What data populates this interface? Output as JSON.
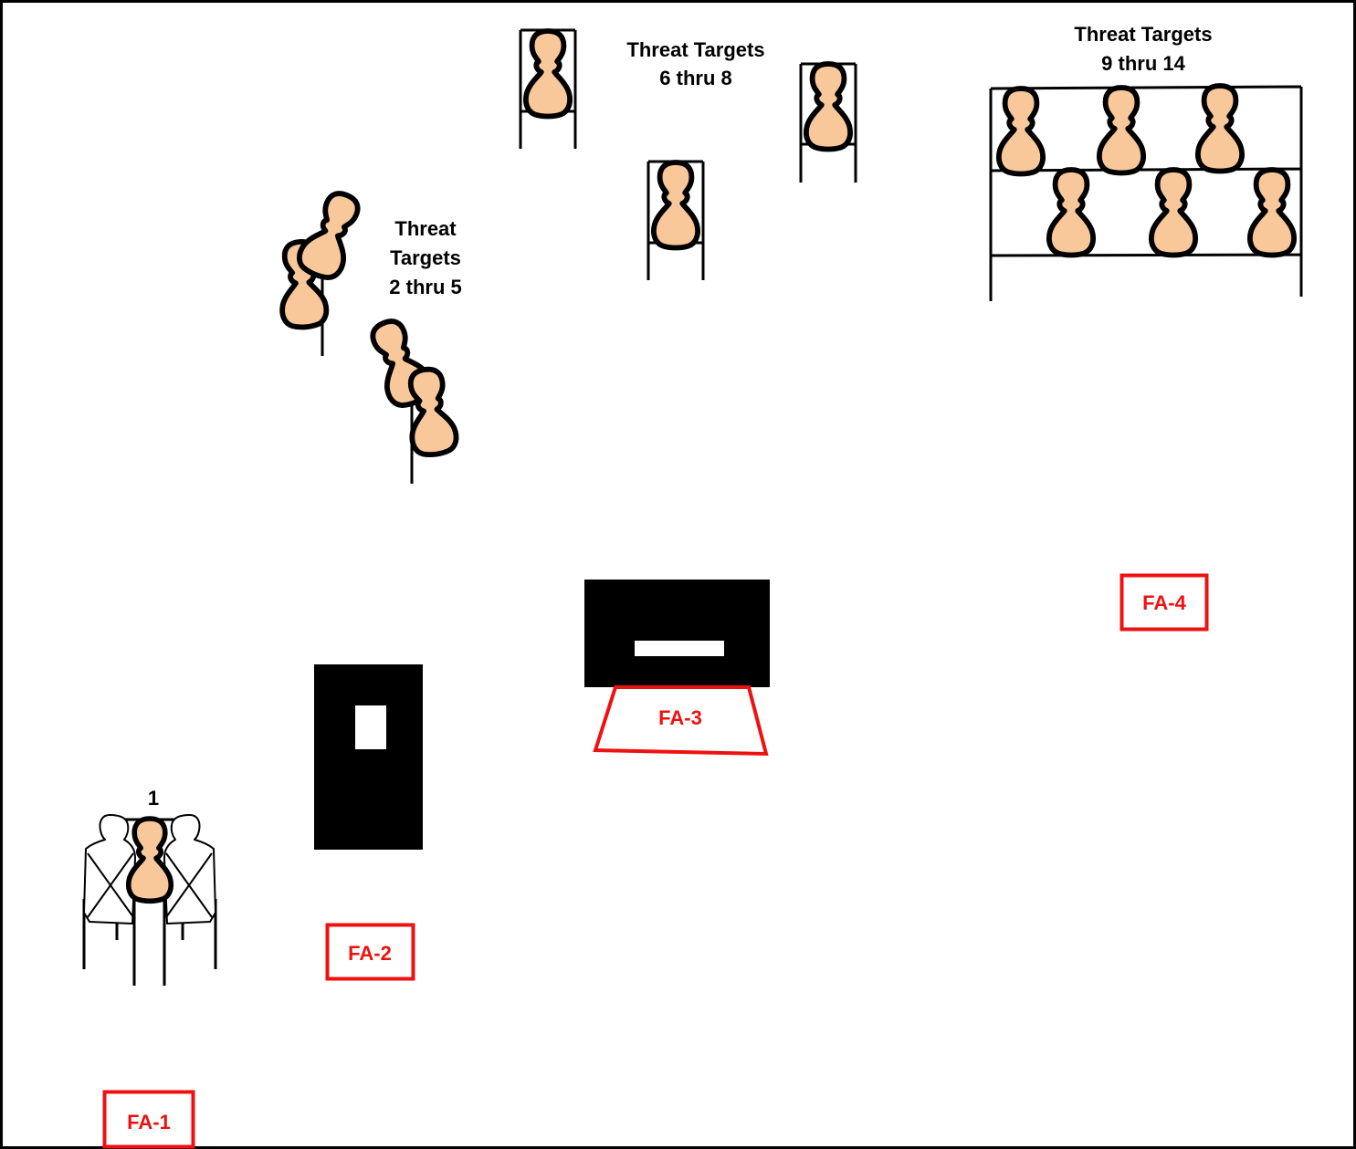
{
  "colors": {
    "threat_fill": "#f8c89a",
    "firing_area": "#ee1111",
    "barricade": "#000000"
  },
  "labels": {
    "target_1": "1",
    "group_2_5": [
      "Threat",
      "Targets",
      "2 thru 5"
    ],
    "group_6_8": [
      "Threat Targets",
      "6 thru 8"
    ],
    "group_9_14": [
      "Threat Targets",
      "9 thru 14"
    ]
  },
  "firing_areas": {
    "fa1": "FA-1",
    "fa2": "FA-2",
    "fa3": "FA-3",
    "fa4": "FA-4"
  },
  "icons": {
    "threat_target": "threat-silhouette-icon",
    "no_shoot_target": "no-shoot-silhouette-icon",
    "barricade": "barricade-icon"
  }
}
